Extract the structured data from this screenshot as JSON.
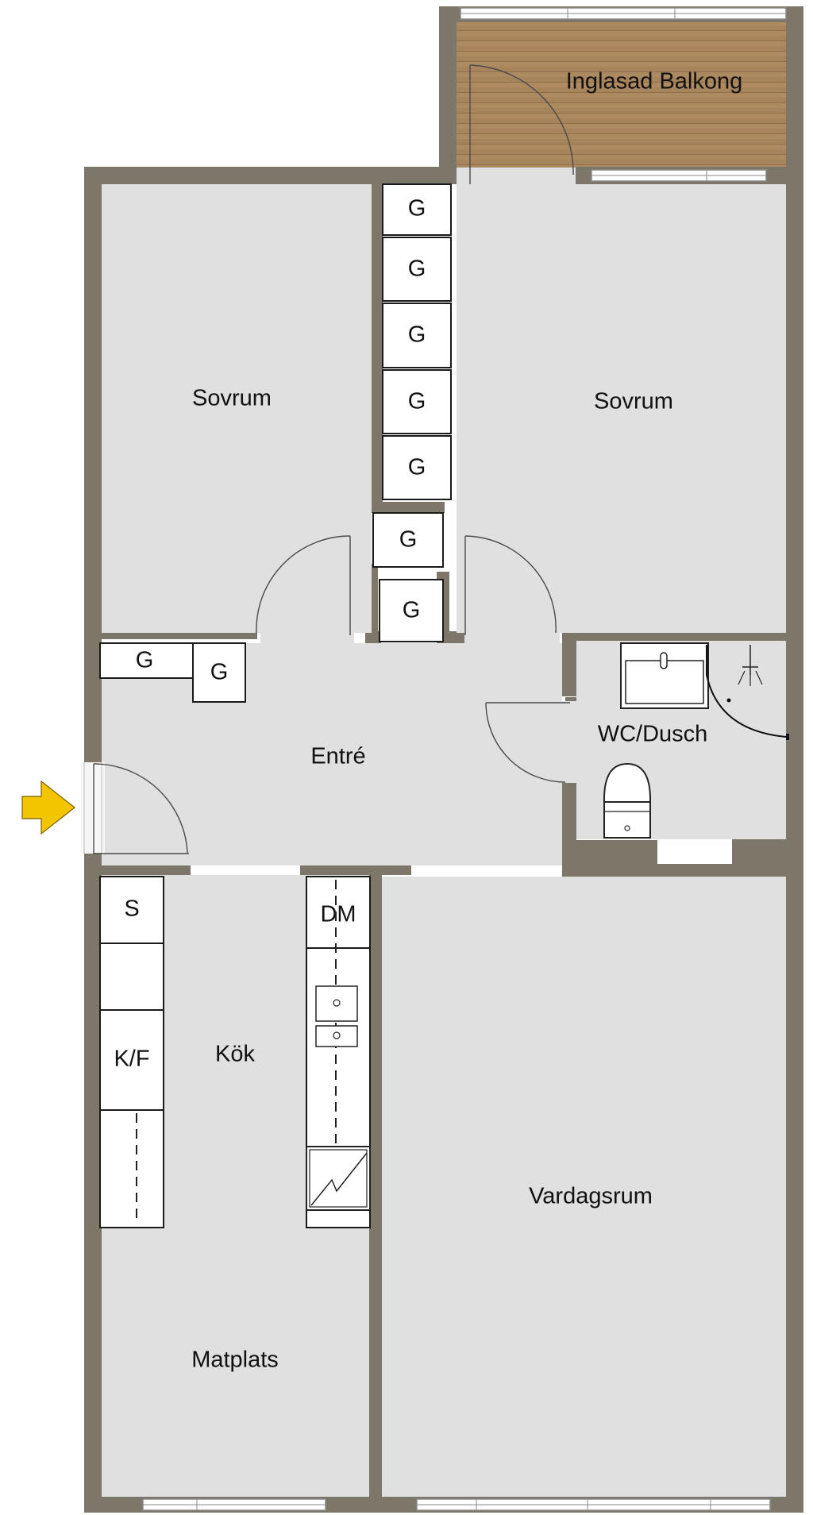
{
  "rooms": {
    "balcony": "Inglasad Balkong",
    "bedroom_left": "Sovrum",
    "bedroom_right": "Sovrum",
    "hall": "Entré",
    "bathroom": "WC/Dusch",
    "kitchen": "Kök",
    "living": "Vardagsrum",
    "dining": "Matplats"
  },
  "fixtures": {
    "wardrobe": "G",
    "dishwasher": "DM",
    "fridge_freezer": "K/F",
    "storage": "S"
  },
  "colors": {
    "wall": "#7d776a",
    "floor": "#e0e0e0",
    "balcony_deck": "#a8845c",
    "entry_arrow": "#f2c500"
  },
  "icons": {
    "entry": "entry-arrow-icon",
    "shower": "shower-icon",
    "toilet": "toilet-icon",
    "sink": "sink-icon",
    "stove": "stove-icon"
  }
}
